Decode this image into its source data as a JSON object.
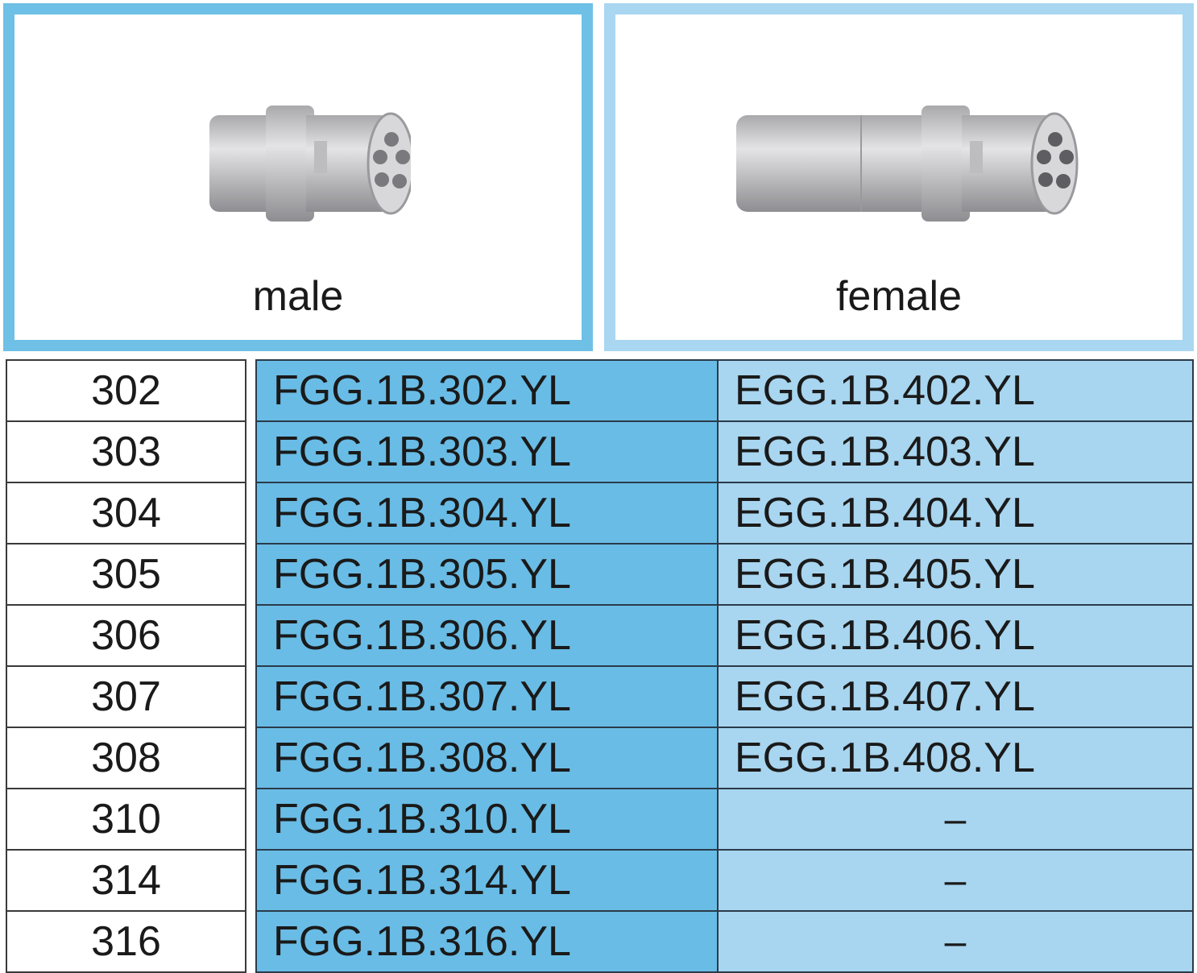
{
  "panels": {
    "male": {
      "label": "male",
      "border_color": "#6ec0e6",
      "icon": "male-connector-icon"
    },
    "female": {
      "label": "female",
      "border_color": "#a9d6f0",
      "icon": "female-connector-icon"
    }
  },
  "table": {
    "colors": {
      "male_column": "#69bce5",
      "female_column": "#a8d5ef",
      "index_column": "#ffffff"
    },
    "rows": [
      {
        "code": "302",
        "male": "FGG.1B.302.YL",
        "female": "EGG.1B.402.YL"
      },
      {
        "code": "303",
        "male": "FGG.1B.303.YL",
        "female": "EGG.1B.403.YL"
      },
      {
        "code": "304",
        "male": "FGG.1B.304.YL",
        "female": "EGG.1B.404.YL"
      },
      {
        "code": "305",
        "male": "FGG.1B.305.YL",
        "female": "EGG.1B.405.YL"
      },
      {
        "code": "306",
        "male": "FGG.1B.306.YL",
        "female": "EGG.1B.406.YL"
      },
      {
        "code": "307",
        "male": "FGG.1B.307.YL",
        "female": "EGG.1B.407.YL"
      },
      {
        "code": "308",
        "male": "FGG.1B.308.YL",
        "female": "EGG.1B.408.YL"
      },
      {
        "code": "310",
        "male": "FGG.1B.310.YL",
        "female": "–"
      },
      {
        "code": "314",
        "male": "FGG.1B.314.YL",
        "female": "–"
      },
      {
        "code": "316",
        "male": "FGG.1B.316.YL",
        "female": "–"
      }
    ]
  }
}
